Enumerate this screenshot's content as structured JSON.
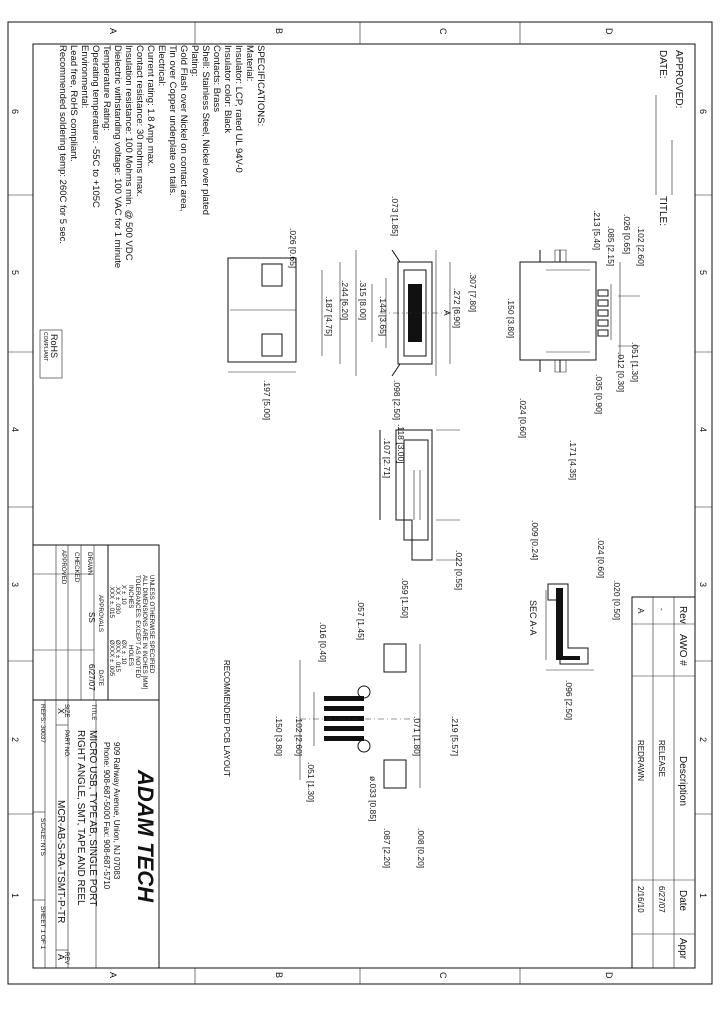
{
  "frame": {
    "left_letters": [
      "A",
      "B",
      "C",
      "D"
    ],
    "right_letters": [
      "A",
      "B",
      "C",
      "D"
    ],
    "top_numbers": [
      "6",
      "5",
      "4",
      "3",
      "2",
      "1"
    ],
    "bottom_numbers": [
      "6",
      "5",
      "4",
      "3",
      "2",
      "1"
    ]
  },
  "approval": {
    "approved": "APPROVED:",
    "date": "DATE:",
    "title": "TITLE:"
  },
  "revision": {
    "headers": [
      "Rev",
      "AWO #",
      "Description",
      "Date",
      "Appr"
    ],
    "rows": [
      [
        "-",
        "",
        "RELEASE",
        "6/27/07",
        ""
      ],
      [
        "A",
        "",
        "REDRAWN",
        "2/16/10",
        ""
      ]
    ]
  },
  "specs": {
    "heading": "SPECIFICATIONS:",
    "lines": [
      "Material:",
      "Insulator: LCP, rated UL 94V-0",
      "Insulator color: Black",
      "Contacts: Brass",
      "Shell: Stainless Steel, Nickel over plated",
      "Plating:",
      "Gold Flash over Nickel on contact area,",
      "Tin over Copper underplate on tails.",
      "Electrical:",
      "Current rating: 1.8 Amp max.",
      "Contact resistance: 30 mohms max.",
      "Insulation resistance: 100 Mohms min. @ 500 VDC",
      "Dielectric withstanding voltage: 100 VAC for 1 minute",
      "Temperature Rating:",
      "Operating temperature: -55C to +105C",
      "Environmental:",
      "Lead free, RoHS compliant.",
      "Recommended soldering temp: 260C for 5 sec."
    ],
    "rohs_top": "RoHS",
    "rohs_bottom": "COMPLIANT"
  },
  "dims": {
    "top_view": [
      ".102 [2.60]",
      ".026 [0.65]",
      ".085 [2.15]",
      ".213 [5.40]",
      ".051 [1.30]",
      ".012 [0.30]",
      ".150 [3.80]",
      ".035 [0.90]",
      ".024 [0.60]",
      ".171 [4.35]"
    ],
    "front_view": [
      ".307 [7.80]",
      ".272 [6.90]",
      ".073 [1.85]",
      ".026 [0.65]",
      ".315 [8.00]",
      ".244 [6.20]",
      ".187 [4.75]",
      ".144 [3.65]",
      ".098 [2.50]",
      ".197 [5.00]"
    ],
    "side_view": [
      ".118 [3.00]",
      ".107 [2.71]",
      ".009 [0.24]",
      ".024 [0.60]",
      ".020 [0.50]",
      ".022 [0.55]",
      ".059 [1.50]"
    ],
    "pcb": [
      ".057 [1.45]",
      ".016 [0.40]",
      ".102 [2.60]",
      ".150 [3.80]",
      ".219 [5.57]",
      ".071 [1.80]",
      ".051 [1.30]",
      "ø.033 [0.85]",
      ".087 [2.20]",
      ".008 [0.20]"
    ],
    "section": [
      ".096 [2.50]"
    ],
    "section_label": "SEC A-A",
    "section_mark": "A",
    "pcb_label": "RECOMMENDED PCB LAYOUT"
  },
  "title_block": {
    "tolerance_lines": [
      "UNLESS OTHERWISE SPECIFIED",
      "ALL DIMENSIONS ARE IN INCHES [MM]",
      "TOLERANCES: EXCEPT AS NOTED",
      "INCHES",
      "X ± .10",
      ".XX ± .030",
      ".XXX ± .015",
      "HOLES",
      "ØX ± .10",
      "ØXX ± .015",
      "ØXXX ± .005"
    ],
    "approvals": "APPROVALS",
    "date_label": "DATE",
    "drawn_label": "DRAWN",
    "drawn_by": "SS",
    "drawn_date": "6/27/07",
    "checked_label": "CHECKED",
    "approved_label": "APPROVED",
    "company": "ADAM TECH",
    "address": "909 Rahway Avenue, Union, NJ 07083",
    "phone": "Phone: 908-687-5000 Fax: 908-687-5710",
    "title_label": "TITLE",
    "title_lines": [
      "MICRO USB, TYPE AB, SINGLE PORT",
      "RIGHT ANGLE, SMT, TAPE AND REEL"
    ],
    "size_label": "SIZE",
    "size": "X",
    "part_label": "PART NO.",
    "part_no": "MCR-AB-S-RA-TSMT-P-TR",
    "rev_label": "REV",
    "rev": "A",
    "refs": "REFS: 30037",
    "scale": "SCALE: NTS",
    "sheet": "SHEET 1 OF 1"
  }
}
